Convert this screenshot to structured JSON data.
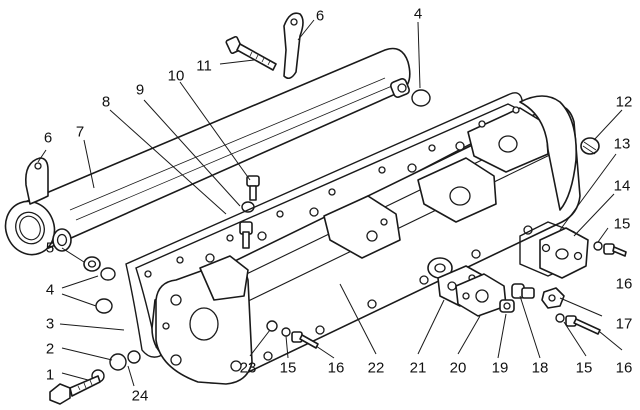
{
  "callouts": [
    {
      "id": "1",
      "text": "1"
    },
    {
      "id": "2",
      "text": "2"
    },
    {
      "id": "3",
      "text": "3"
    },
    {
      "id": "4a",
      "text": "4"
    },
    {
      "id": "4b",
      "text": "4"
    },
    {
      "id": "5",
      "text": "5"
    },
    {
      "id": "6a",
      "text": "6"
    },
    {
      "id": "6b",
      "text": "6"
    },
    {
      "id": "7",
      "text": "7"
    },
    {
      "id": "8",
      "text": "8"
    },
    {
      "id": "9",
      "text": "9"
    },
    {
      "id": "10",
      "text": "10"
    },
    {
      "id": "11",
      "text": "11"
    },
    {
      "id": "12",
      "text": "12"
    },
    {
      "id": "13",
      "text": "13"
    },
    {
      "id": "14",
      "text": "14"
    },
    {
      "id": "15a",
      "text": "15"
    },
    {
      "id": "15b",
      "text": "15"
    },
    {
      "id": "15c",
      "text": "15"
    },
    {
      "id": "16a",
      "text": "16"
    },
    {
      "id": "16b",
      "text": "16"
    },
    {
      "id": "16c",
      "text": "16"
    },
    {
      "id": "17",
      "text": "17"
    },
    {
      "id": "18",
      "text": "18"
    },
    {
      "id": "19",
      "text": "19"
    },
    {
      "id": "20",
      "text": "20"
    },
    {
      "id": "21",
      "text": "21"
    },
    {
      "id": "22",
      "text": "22"
    },
    {
      "id": "23",
      "text": "23"
    },
    {
      "id": "24",
      "text": "24"
    }
  ]
}
